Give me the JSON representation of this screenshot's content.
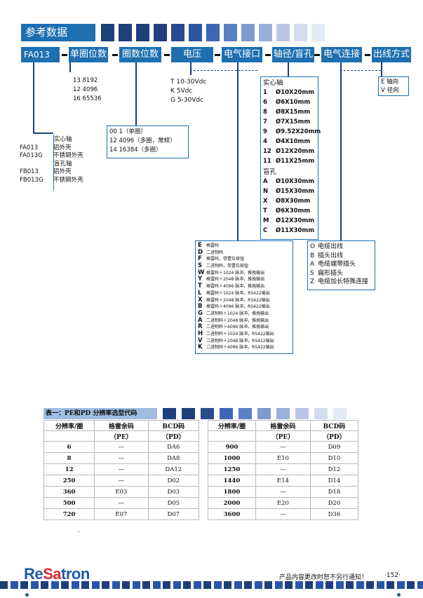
{
  "page": {
    "section_title": "参考数据",
    "footer_note": "产品内容更改时恕不另行通知！",
    "page_number": "·152·",
    "logo_text": "ReSatron",
    "stray_mark": "."
  },
  "code_bar": {
    "model": "FA013",
    "segments": [
      "单圈位数",
      "圈数位数",
      "电压",
      "电气接口",
      "轴径/盲孔",
      "电气连接",
      "出线方式"
    ]
  },
  "single_turn_bits": [
    "13  8192",
    "12  4096",
    "16  65536"
  ],
  "multi_turn_bits": [
    "00  1（单圈）",
    "12  4096（多圈，常规）",
    "14  16384（多圈）"
  ],
  "voltage": [
    "T  10-30Vdc",
    "K  5Vdc",
    "G  5-30Vdc"
  ],
  "outlet": [
    "E  轴向",
    "V  径向"
  ],
  "models": {
    "solid_title": "实心轴",
    "solid": [
      [
        "FA013",
        "铝外壳"
      ],
      [
        "FA013G",
        "不锈钢外壳"
      ]
    ],
    "hollow_title": "盲孔轴",
    "hollow": [
      [
        "FB013",
        "铝外壳"
      ],
      [
        "FB013G",
        "不锈钢外壳"
      ]
    ]
  },
  "shaft": {
    "solid_title": "实心轴",
    "solid": [
      [
        "1",
        "Ø10X20mm"
      ],
      [
        "6",
        "Ø6X10mm"
      ],
      [
        "8",
        "Ø8X15mm"
      ],
      [
        "7",
        "Ø7X15mm"
      ],
      [
        "9",
        "Ø9.52X20mm"
      ],
      [
        "4",
        "Ø4X10mm"
      ],
      [
        "12",
        "Ø12X20mm"
      ],
      [
        "11",
        "Ø11X25mm"
      ]
    ],
    "blind_title": "盲孔",
    "blind": [
      [
        "A",
        "Ø10X30mm"
      ],
      [
        "N",
        "Ø15X30mm"
      ],
      [
        "X",
        "Ø8X30mm"
      ],
      [
        "T",
        "Ø6X30mm"
      ],
      [
        "M",
        "Ø12X30mm"
      ],
      [
        "C",
        "Ø11X30mm"
      ]
    ]
  },
  "interface": [
    [
      "E",
      "格雷码"
    ],
    [
      "D",
      "二进制码"
    ],
    [
      "F",
      "格雷码，带置位按钮"
    ],
    [
      "S",
      "二进制码，带置位按钮"
    ],
    [
      "W",
      "格雷码＋1024 脉冲，推挽输出"
    ],
    [
      "Y",
      "格雷码＋2048 脉冲，推挽输出"
    ],
    [
      "T",
      "格雷码＋4096 脉冲，推挽输出"
    ],
    [
      "L",
      "格雷码＋1024 脉冲，RS422输出"
    ],
    [
      "X",
      "格雷码＋2048 脉冲，RS422输出"
    ],
    [
      "B",
      "格雷码＋4096 脉冲，RS422输出"
    ],
    [
      "G",
      "二进制码＋1024 脉冲，推挽输出"
    ],
    [
      "A",
      "二进制码＋2048 脉冲，推挽输出"
    ],
    [
      "R",
      "二进制码＋4096 脉冲，推挽输出"
    ],
    [
      "H",
      "二进制码＋1024 脉冲，RS422输出"
    ],
    [
      "V",
      "二进制码＋2048 脉冲，RS422输出"
    ],
    [
      "K",
      "二进制码＋4096 脉冲，RS422输出"
    ]
  ],
  "connection": [
    [
      "O",
      "电缆出线"
    ],
    [
      "B",
      "插头出线"
    ],
    [
      "A",
      "电缆端带插头"
    ],
    [
      "S",
      "扁形插头"
    ],
    [
      "Z",
      "电缆加长特殊连接"
    ]
  ],
  "table": {
    "title": "表一：PE和PD 分辨率选型代码",
    "headers": [
      "分辨率/圈",
      "格雷余码",
      "BCD码"
    ],
    "subheaders": [
      "",
      "（PE）",
      "（PD）"
    ],
    "left": [
      [
        "6",
        "—",
        "DA6"
      ],
      [
        "8",
        "—",
        "DA8"
      ],
      [
        "12",
        "—",
        "DA12"
      ],
      [
        "250",
        "—",
        "D02"
      ],
      [
        "360",
        "E03",
        "D03"
      ],
      [
        "500",
        "—",
        "D05"
      ],
      [
        "720",
        "E07",
        "D07"
      ]
    ],
    "right": [
      [
        "900",
        "—",
        "D09"
      ],
      [
        "1000",
        "E10",
        "D10"
      ],
      [
        "1250",
        "—",
        "D12"
      ],
      [
        "1440",
        "E14",
        "D14"
      ],
      [
        "1800",
        "—",
        "D18"
      ],
      [
        "2000",
        "E20",
        "D20"
      ],
      [
        "3600",
        "—",
        "D36"
      ]
    ]
  },
  "colors": {
    "accent": "#1d6fb0",
    "dark": "#1d3f7a",
    "logo_red": "#e0282e",
    "logo_blue": "#1d5aa8"
  }
}
